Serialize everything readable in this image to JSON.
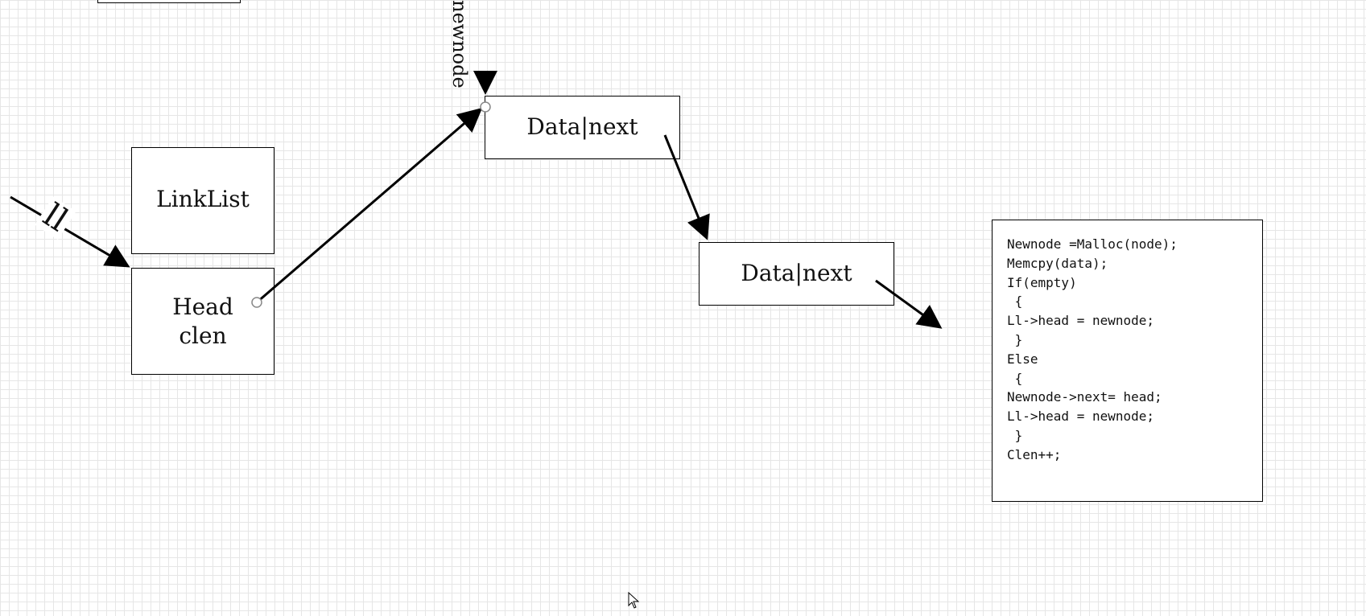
{
  "diagram": {
    "nodes": {
      "top_box": "",
      "linklist": "LinkList",
      "head_line1": "Head",
      "head_line2": "clen",
      "node1": "Data|next",
      "node2": "Data|next"
    },
    "labels": {
      "newnode": "newnode",
      "ll": "ll"
    },
    "code_lines": [
      "Newnode =Malloc(node);",
      "Memcpy(data);",
      "If(empty)",
      " {",
      "Ll->head = newnode;",
      " }",
      "Else",
      " {",
      "Newnode->next= head;",
      "Ll->head = newnode;",
      " }",
      "Clen++;"
    ],
    "colors": {
      "grid": "#e6e6e6",
      "stroke": "#000000",
      "background": "#ffffff",
      "connector_point": "#888888"
    },
    "icons": {
      "cursor": "mouse-pointer-icon"
    }
  }
}
